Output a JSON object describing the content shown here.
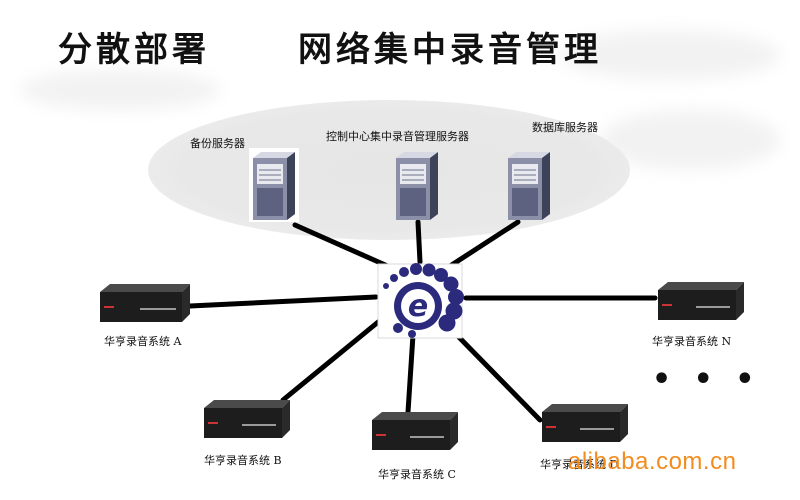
{
  "title": {
    "left": "分散部署",
    "right": "网络集中录音管理"
  },
  "servers": [
    {
      "id": "backup",
      "label": "备份服务器"
    },
    {
      "id": "control",
      "label": "控制中心集中录音管理服务器"
    },
    {
      "id": "database",
      "label": "数据库服务器"
    }
  ],
  "systems": [
    {
      "id": "A",
      "label": "华亨录音系统 A"
    },
    {
      "id": "B",
      "label": "华亨录音系统 B"
    },
    {
      "id": "C",
      "label": "华亨录音系统 C"
    },
    {
      "id": "D",
      "label": "华亨录音系统 D"
    },
    {
      "id": "N",
      "label": "华亨录音系统 N"
    }
  ],
  "ellipsis": "• • •",
  "watermark": "alibaba.com.cn",
  "colors": {
    "hub_blue": "#2b2a7d",
    "line": "#000000",
    "watermark": "#f28c1e"
  }
}
